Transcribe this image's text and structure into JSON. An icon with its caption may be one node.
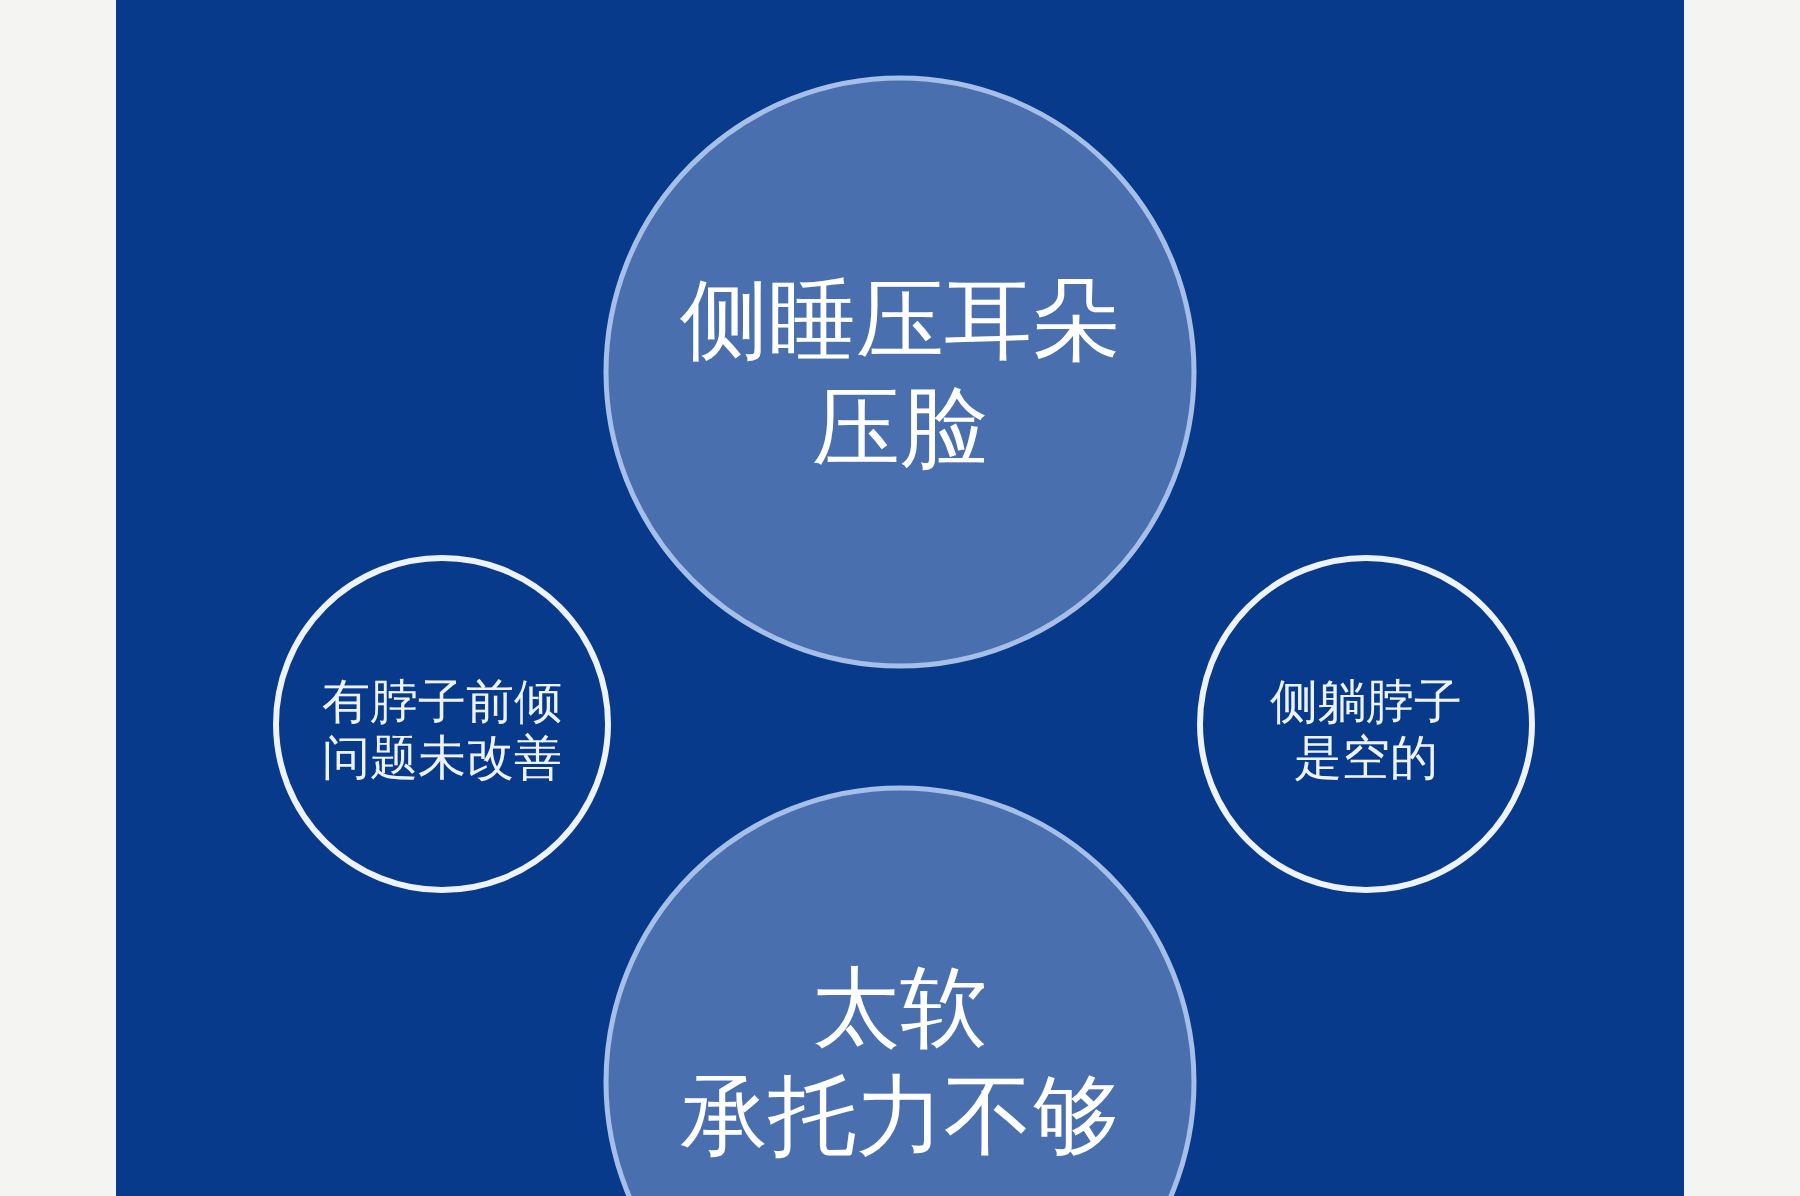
{
  "diagram": {
    "nodes": [
      {
        "text": [
          "侧睡压耳朵压脸"
        ]
      },
      {
        "text": [
          "有脖子前倾问题未改善"
        ]
      },
      {
        "text": [
          "侧躺脖子是空的"
        ]
      },
      {
        "text": [
          "太软",
          "承托力不够"
        ]
      }
    ]
  }
}
